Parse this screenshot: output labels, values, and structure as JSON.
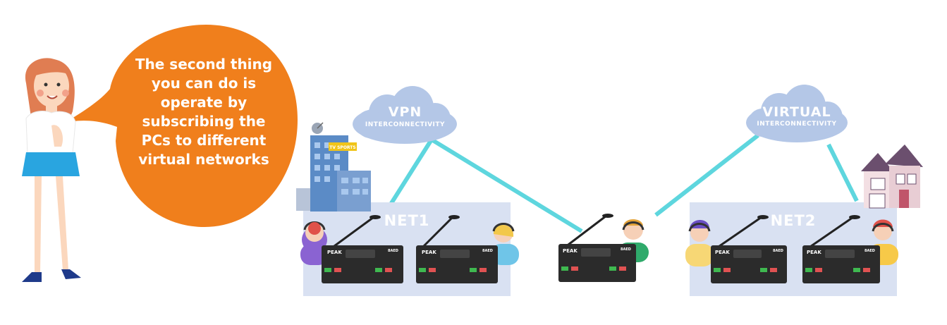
{
  "speech_bubble": {
    "text": "The second thing you can do is operate by subscribing the PCs to different virtual networks"
  },
  "clouds": [
    {
      "title": "VPN",
      "subtitle": "INTERCONNECTIVITY"
    },
    {
      "title": "VIRTUAL",
      "subtitle": "INTERCONNECTIVITY"
    }
  ],
  "networks": [
    {
      "label": "NET1"
    },
    {
      "label": "NET2"
    }
  ],
  "building": {
    "sign": "TV SPORTS"
  },
  "device": {
    "brand": "PEAK",
    "model": "8AED"
  },
  "colors": {
    "bubble": "#f07f1c",
    "cloud": "#b4c7e7",
    "net_box": "#d9e1f2",
    "connection": "#5ed6de",
    "device": "#2b2b2b"
  }
}
